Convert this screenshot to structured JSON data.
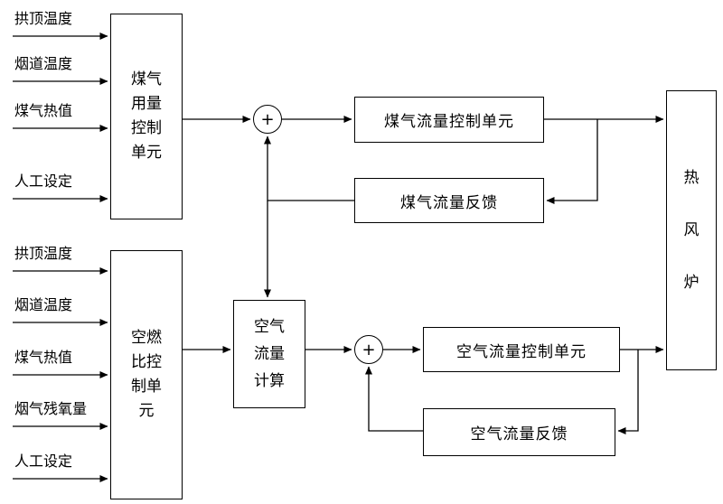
{
  "inputs_top": [
    "拱顶温度",
    "烟道温度",
    "煤气热值",
    "人工设定"
  ],
  "inputs_bottom": [
    "拱顶温度",
    "烟道温度",
    "煤气热值",
    "烟气残氧量",
    "人工设定"
  ],
  "blocks": {
    "gas_usage_control": "煤气用量控制单元",
    "gas_flow_control": "煤气流量控制单元",
    "gas_flow_feedback": "煤气流量反馈",
    "air_fuel_ratio_control": "空燃比控制单元",
    "air_flow_calc": "空气流量计算",
    "air_flow_control": "空气流量控制单元",
    "air_flow_feedback": "空气流量反馈",
    "hot_blast_stove": "热风炉"
  },
  "junctions": {
    "sum1": "+",
    "sum2": "+"
  },
  "colors": {
    "line": "#000000",
    "background": "#ffffff"
  }
}
